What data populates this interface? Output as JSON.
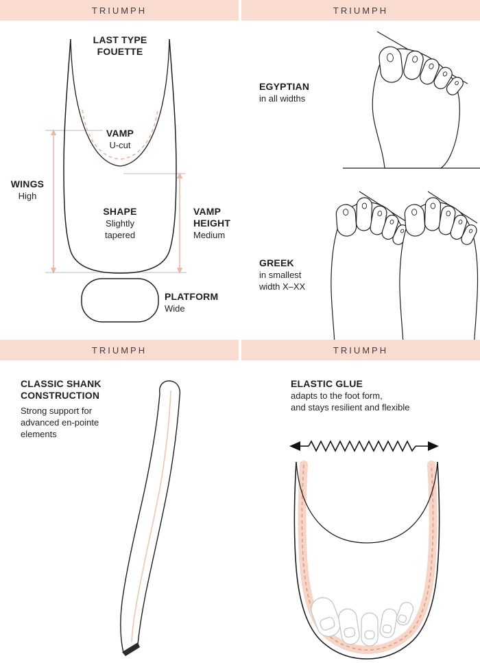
{
  "colors": {
    "header_bg": "#f9dbd0",
    "accent_pink": "#edb4a0",
    "accent_pink_light": "#f6d4c6",
    "glue_dash_pink": "#df9c81",
    "ink": "#1d1d1d",
    "reference_gray": "#b9b9b9",
    "toe_gray": "#c6c6c6"
  },
  "panels": {
    "last_type": {
      "header": "TRIUMPH",
      "last_type_label": "LAST TYPE",
      "last_type_value": "FOUETTE",
      "vamp_label": "VAMP",
      "vamp_value": "U-cut",
      "wings_label": "WINGS",
      "wings_value": "High",
      "shape_label": "SHAPE",
      "shape_value": "Slightly\ntapered",
      "vamp_height_label": "VAMP\nHEIGHT",
      "vamp_height_value": "Medium",
      "platform_label": "PLATFORM",
      "platform_value": "Wide"
    },
    "foot_types": {
      "header": "TRIUMPH",
      "egyptian_label": "EGYPTIAN",
      "egyptian_value": "in all widths",
      "greek_label": "GREEK",
      "greek_value": "in smallest\nwidth X–XX"
    },
    "shank": {
      "header": "TRIUMPH",
      "title": "CLASSIC SHANK\nCONSTRUCTION",
      "description": "Strong support for\nadvanced en-pointe\nelements"
    },
    "elastic_glue": {
      "header": "TRIUMPH",
      "title": "ELASTIC GLUE",
      "description": "adapts to the foot form,\nand stays resilient and flexible"
    }
  }
}
